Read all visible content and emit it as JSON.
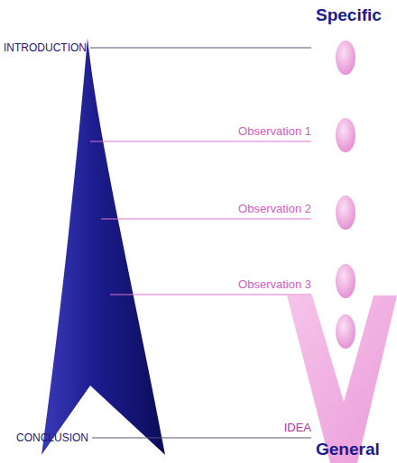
{
  "diagram": {
    "labels": [
      "Specific",
      "INTRODUCTION",
      "Observation 1",
      "Observation 2",
      "Observation 3",
      "IDEA",
      "CONCLUSION",
      "General"
    ]
  }
}
